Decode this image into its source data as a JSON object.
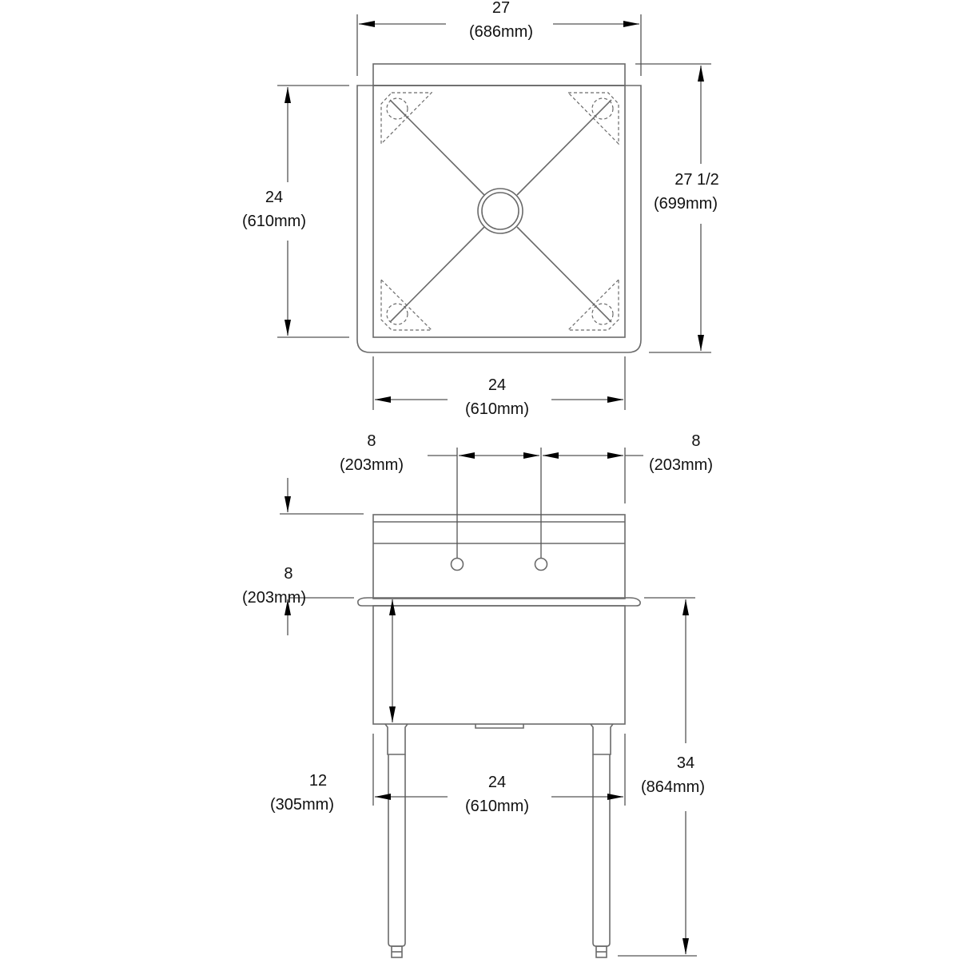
{
  "colors": {
    "line": "#6a6a6a",
    "dim_line": "#555555",
    "arrow": "#000000",
    "text": "#111111",
    "background": "#ffffff"
  },
  "plan_view": {
    "overall_width": {
      "inches": "27",
      "mm": "(686mm)"
    },
    "overall_depth": {
      "inches": "27 1/2",
      "mm": "(699mm)"
    },
    "bowl_front_to_back": {
      "inches": "24",
      "mm": "(610mm)"
    },
    "bowl_width": {
      "inches": "24",
      "mm": "(610mm)"
    },
    "features": [
      "sink-bowl",
      "center-drain",
      "four-corner-leg-gussets",
      "drain-slope-lines"
    ]
  },
  "front_elevation": {
    "faucet_spacing": {
      "inches": "8",
      "mm": "(203mm)"
    },
    "faucet_to_edge": {
      "inches": "8",
      "mm": "(203mm)"
    },
    "backsplash_height": {
      "inches": "8",
      "mm": "(203mm)"
    },
    "bowl_depth": {
      "inches": "12",
      "mm": "(305mm)"
    },
    "leg_span": {
      "inches": "24",
      "mm": "(610mm)"
    },
    "overall_height": {
      "inches": "34",
      "mm": "(864mm)"
    },
    "features": [
      "backsplash",
      "faucet-holes",
      "rolled-rim",
      "sink-bowl-body",
      "drain-outlet",
      "legs",
      "adjustable-feet"
    ]
  }
}
